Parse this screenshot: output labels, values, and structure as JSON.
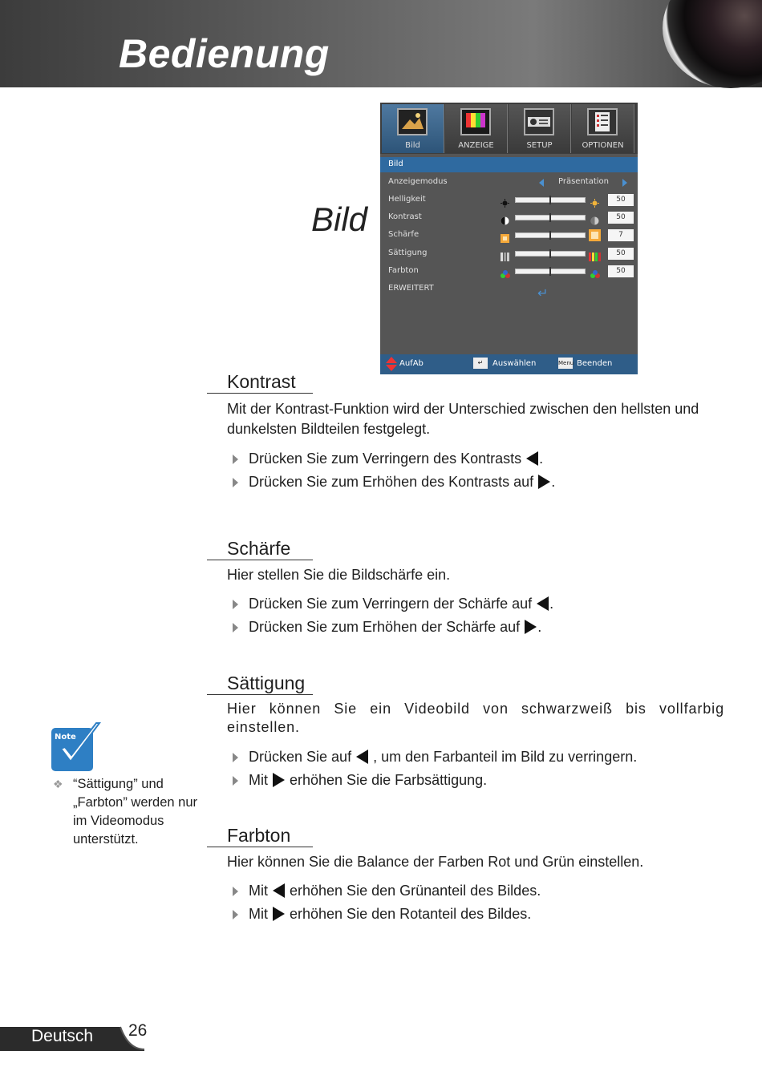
{
  "header": {
    "title": "Bedienung"
  },
  "bild_label": "Bild",
  "osd": {
    "tabs": [
      {
        "label": "Bild",
        "icon": "picture-icon",
        "active": true
      },
      {
        "label": "ANZEIGE",
        "icon": "display-icon"
      },
      {
        "label": "SETUP",
        "icon": "projector-icon"
      },
      {
        "label": "OPTIONEN",
        "icon": "options-icon"
      }
    ],
    "section": "Bild",
    "mode_label": "Anzeigemodus",
    "mode_value": "Präsentation",
    "rows": [
      {
        "label": "Helligkeit",
        "value": "50",
        "level": 0.5
      },
      {
        "label": "Kontrast",
        "value": "50",
        "level": 0.5
      },
      {
        "label": "Schärfe",
        "value": "7",
        "level": 0.5
      },
      {
        "label": "Sättigung",
        "value": "50",
        "level": 0.5
      },
      {
        "label": "Farbton",
        "value": "50",
        "level": 0.5
      }
    ],
    "advanced": "ERWEITERT",
    "footer": {
      "updown": "AufAb",
      "enter_key": "↵",
      "select": "Auswählen",
      "menu_key": "Menu",
      "exit": "Beenden"
    }
  },
  "sections": {
    "kontrast": {
      "title": "Kontrast",
      "desc": "Mit der Kontrast-Funktion wird der Unterschied zwischen den hellsten und dunkelsten Bildteilen festgelegt.",
      "b1_pre": "Drücken Sie zum Verringern des Kontrasts ",
      "b1_post": ".",
      "b2_pre": "Drücken Sie zum Erhöhen des Kontrasts auf ",
      "b2_post": "."
    },
    "schaerfe": {
      "title": "Schärfe",
      "desc": "Hier stellen Sie die Bildschärfe ein.",
      "b1_pre": "Drücken Sie zum Verringern der Schärfe auf ",
      "b1_post": ".",
      "b2_pre": "Drücken Sie zum Erhöhen der Schärfe auf ",
      "b2_post": "."
    },
    "saettigung": {
      "title": "Sättigung",
      "desc": "Hier können Sie ein Videobild von schwarzweiß bis vollfarbig einstellen.",
      "b1_pre": "Drücken Sie auf ",
      "b1_post": " , um den Farbanteil im Bild zu verringern.",
      "b2_pre": "Mit ",
      "b2_post": " erhöhen Sie die Farbsättigung."
    },
    "farbton": {
      "title": "Farbton",
      "desc": "Hier können Sie die Balance der Farben Rot und Grün einstellen.",
      "b1_pre": "Mit ",
      "b1_post": "  erhöhen Sie den Grünanteil des Bildes.",
      "b2_pre": "Mit ",
      "b2_post": " erhöhen Sie den Rotanteil des Bildes."
    }
  },
  "note": {
    "logo": "Note",
    "text": "“Sättigung” und „Farbton” werden nur im Videomodus unterstützt."
  },
  "footer": {
    "language": "Deutsch",
    "page": "26"
  }
}
